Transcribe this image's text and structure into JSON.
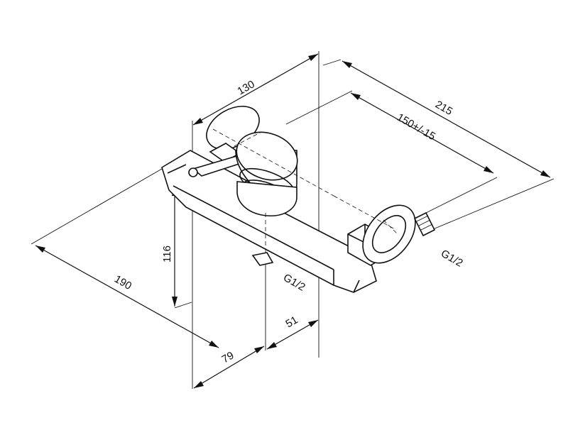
{
  "drawing": {
    "dimensions": {
      "total_depth": "215",
      "body_width": "130",
      "center_distance": "150+/-15",
      "total_length": "190",
      "height": "116",
      "outlet_offset_left": "79",
      "outlet_offset_right": "51"
    },
    "thread_labels": {
      "inlet": "G1/2",
      "outlet": "G1/2"
    }
  }
}
